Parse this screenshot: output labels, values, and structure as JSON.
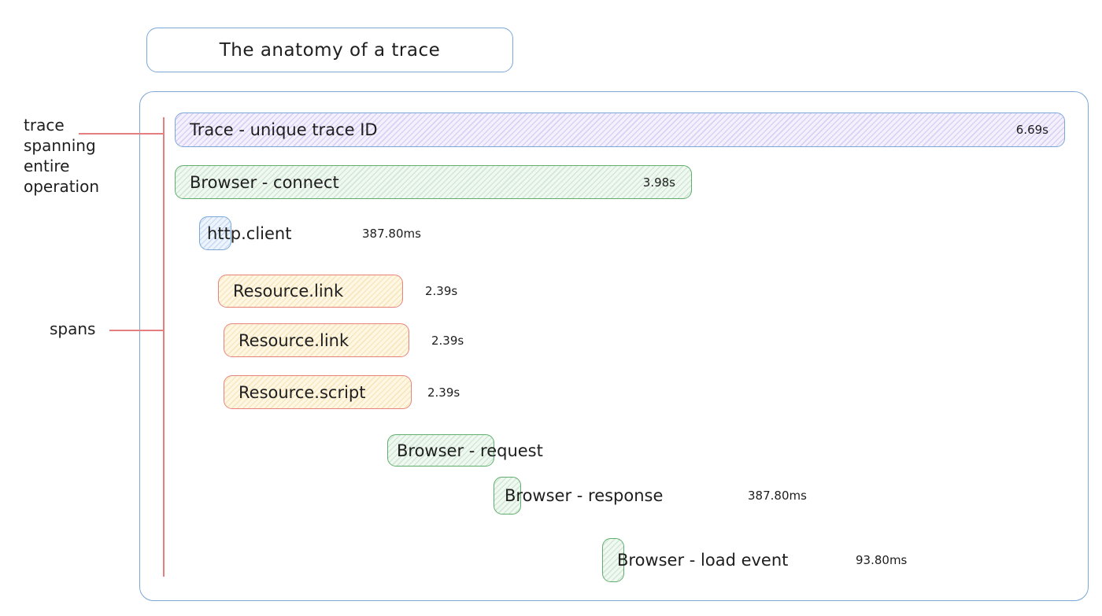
{
  "title": "The anatomy of a trace",
  "annotations": {
    "trace": "trace\nspanning\nentire\noperation",
    "spans": "spans"
  },
  "spans": [
    {
      "name": "trace",
      "label": "Trace - unique trace ID",
      "duration": "6.69s",
      "color": "purple"
    },
    {
      "name": "browser-connect",
      "label": "Browser - connect",
      "duration": "3.98s",
      "color": "green"
    },
    {
      "name": "http-client",
      "label": "http.client",
      "duration": "387.80ms",
      "color": "blue"
    },
    {
      "name": "resource-link-1",
      "label": "Resource.link",
      "duration": "2.39s",
      "color": "yellow"
    },
    {
      "name": "resource-link-2",
      "label": "Resource.link",
      "duration": "2.39s",
      "color": "yellow"
    },
    {
      "name": "resource-script",
      "label": "Resource.script",
      "duration": "2.39s",
      "color": "yellow"
    },
    {
      "name": "browser-request",
      "label": "Browser - request",
      "duration": "",
      "color": "green"
    },
    {
      "name": "browser-response",
      "label": "Browser - response",
      "duration": "387.80ms",
      "color": "green"
    },
    {
      "name": "browser-load-event",
      "label": "Browser - load event",
      "duration": "93.80ms",
      "color": "green"
    }
  ],
  "colors": {
    "container_border": "#7ba7d7",
    "green_border": "#5fae6e",
    "red_border": "#e8837c",
    "annotation_line": "#e57f7f",
    "ink": "#1e1e1e",
    "purple_fill": "#f0ecfa",
    "green_fill": "#f0f8f1",
    "yellow_fill": "#fdf7e3",
    "blue_fill": "#edf4fc"
  }
}
